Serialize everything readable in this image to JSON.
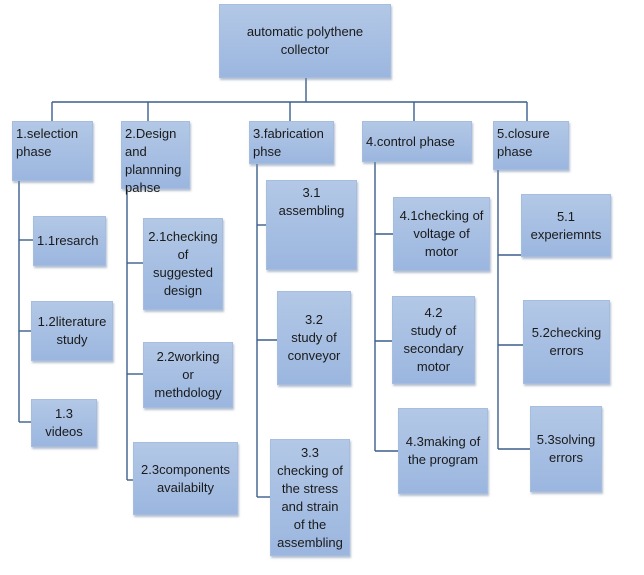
{
  "root": {
    "label": "automatic polythene\ncollector"
  },
  "phases": [
    {
      "label": "1.selection\nphase",
      "tasks": [
        "1.1resarch",
        "1.2literature\nstudy",
        "1.3\nvideos"
      ]
    },
    {
      "label": "2.Design\nand\nplannning\npahse",
      "tasks": [
        "2.1checking\nof\nsuggested\ndesign",
        "2.2working\nor\nmethdology",
        "2.3components\navailabilty"
      ]
    },
    {
      "label": "3.fabrication\nphse",
      "tasks": [
        "3.1\nassembling",
        "3.2\nstudy of\nconveyor",
        "3.3\nchecking of\nthe stress\nand strain\nof the\nassembling"
      ]
    },
    {
      "label": "4.control  phase",
      "tasks": [
        "4.1checking of\nvoltage of\nmotor",
        "4.2\nstudy of\nsecondary\nmotor",
        "4.3making of\nthe program"
      ]
    },
    {
      "label": "5.closure\nphase",
      "tasks": [
        "5.1\nexperiemnts",
        "5.2checking\nerrors",
        "5.3solving\nerrors"
      ]
    }
  ]
}
